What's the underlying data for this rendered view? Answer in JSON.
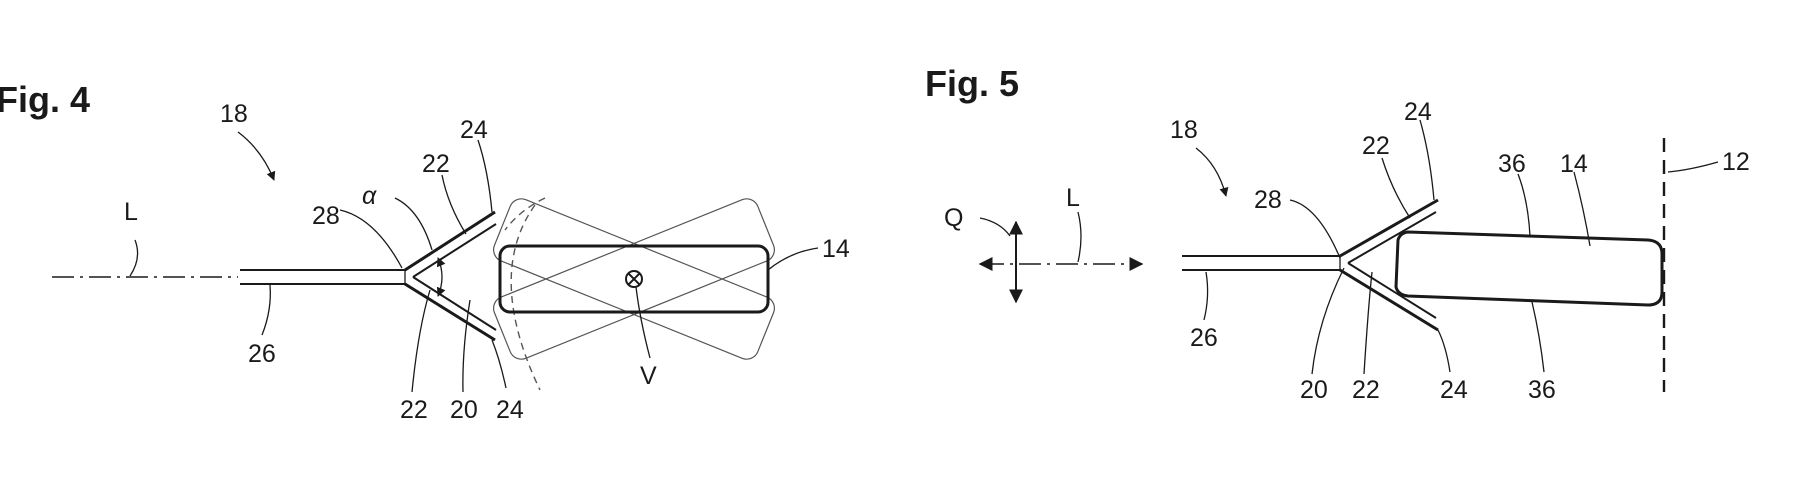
{
  "figure4": {
    "title": "Fig. 4",
    "refs": {
      "r18": "18",
      "rL": "L",
      "r28": "28",
      "alpha": "α",
      "r22_top": "22",
      "r24_top": "24",
      "r14": "14",
      "r26": "26",
      "r22_bottom": "22",
      "r20": "20",
      "r24_bottom": "24",
      "rV": "V"
    }
  },
  "figure5": {
    "title": "Fig. 5",
    "refs": {
      "r18": "18",
      "rQ": "Q",
      "rL": "L",
      "r28": "28",
      "r22_top": "22",
      "r24_top": "24",
      "r36_top": "36",
      "r14": "14",
      "r12": "12",
      "r26": "26",
      "r20": "20",
      "r22_bottom": "22",
      "r24_bottom": "24",
      "r36_bottom": "36"
    }
  }
}
